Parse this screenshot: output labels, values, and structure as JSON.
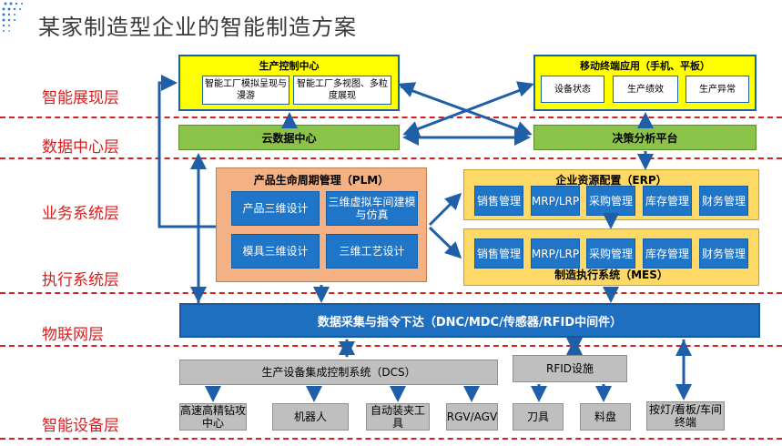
{
  "title": "某家制造型企业的智能制造方案",
  "layers": [
    "智能展现层",
    "数据中心层",
    "业务系统层",
    "执行系统层",
    "物联网层",
    "智能设备层"
  ],
  "control_center": {
    "title": "生产控制中心",
    "items": [
      "智能工厂模拟呈现与漫游",
      "智能工厂多视图、多粒度展现"
    ]
  },
  "mobile": {
    "title": "移动终端应用（手机、平板）",
    "items": [
      "设备状态",
      "生产绩效",
      "生产异常"
    ]
  },
  "cloud": "云数据中心",
  "decision": "决策分析平台",
  "plm": {
    "title": "产品生命周期管理（PLM）",
    "items": [
      "产品三维设计",
      "三维虚拟车间建模与仿真",
      "模具三维设计",
      "三维工艺设计"
    ]
  },
  "erp": {
    "title": "企业资源配置（ERP）",
    "items": [
      "销售管理",
      "MRP/LRP",
      "采购管理",
      "库存管理",
      "财务管理"
    ]
  },
  "mes": {
    "title": "制造执行系统（MES）",
    "items": [
      "销售管理",
      "MRP/LRP",
      "采购管理",
      "库存管理",
      "财务管理"
    ]
  },
  "iot_bar": "数据采集与指令下达（DNC/MDC/传感器/RFID中间件）",
  "dcs": "生产设备集成控制系统（DCS）",
  "rfid": "RFID设施",
  "devices": [
    "高速高精钻攻中心",
    "机器人",
    "自动装夹工具",
    "RGV/AGV",
    "刀具",
    "料盘",
    "按灯/看板/车间终端"
  ],
  "colors": {
    "layer_text": "#d42020",
    "arrow": "#1f5fa8",
    "yellow": "#ffff00",
    "green": "#8ac24a",
    "blue": "#1f75c8",
    "peach": "#f4b183",
    "gold": "#ffd966"
  }
}
